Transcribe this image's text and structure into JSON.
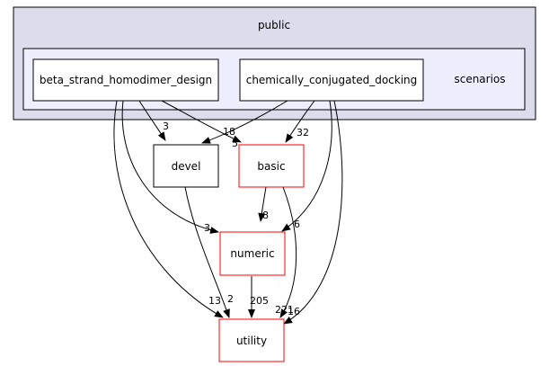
{
  "clusters": {
    "outer": {
      "label": "public"
    },
    "inner": {
      "label": "scenarios"
    }
  },
  "nodes": {
    "beta": {
      "label": "beta_strand_homodimer_design"
    },
    "chem": {
      "label": "chemically_conjugated_docking"
    },
    "devel": {
      "label": "devel"
    },
    "basic": {
      "label": "basic"
    },
    "numeric": {
      "label": "numeric"
    },
    "utility": {
      "label": "utility"
    }
  },
  "edges": {
    "beta_devel": "3",
    "beta_basic": "18",
    "chem_devel": "5",
    "chem_basic": "32",
    "beta_numeric": "3",
    "chem_numeric": "6",
    "basic_numeric": "8",
    "beta_utility": "13",
    "devel_utility": "2",
    "numeric_utility": "205",
    "basic_utility": "221",
    "chem_utility": "16"
  },
  "colors": {
    "outer_fill": "#dcdcec",
    "inner_fill": "#eeeeff",
    "plain_border": "#000000",
    "package_border": "#ff0000"
  }
}
